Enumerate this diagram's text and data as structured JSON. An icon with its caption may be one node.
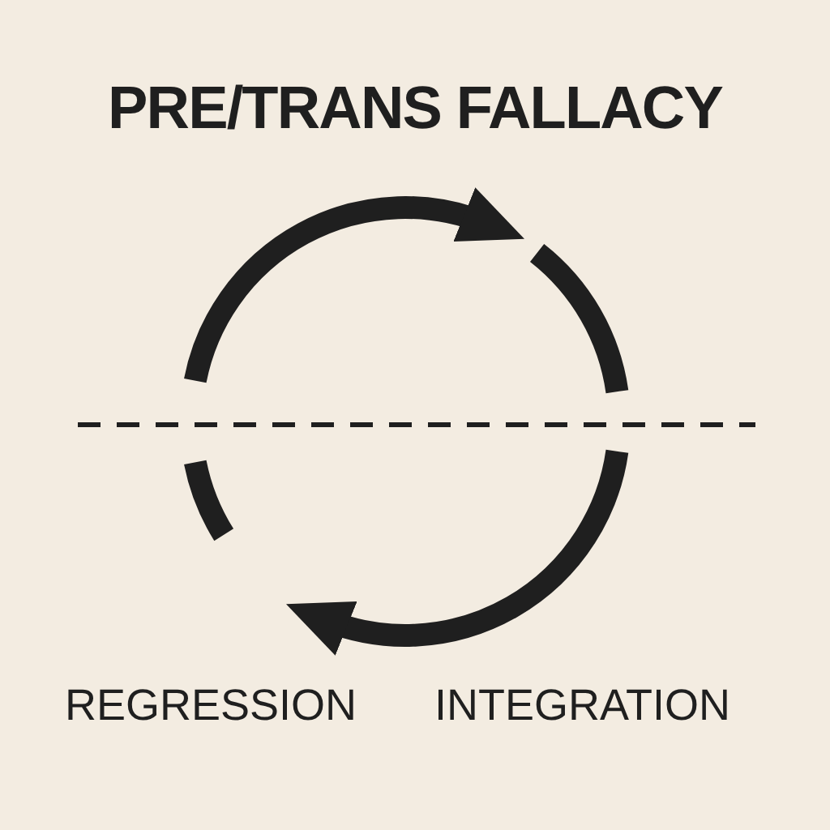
{
  "diagram": {
    "title": "PRE/TRANS FALLACY",
    "labels": [
      "REGRESSION",
      "INTEGRATION"
    ]
  }
}
